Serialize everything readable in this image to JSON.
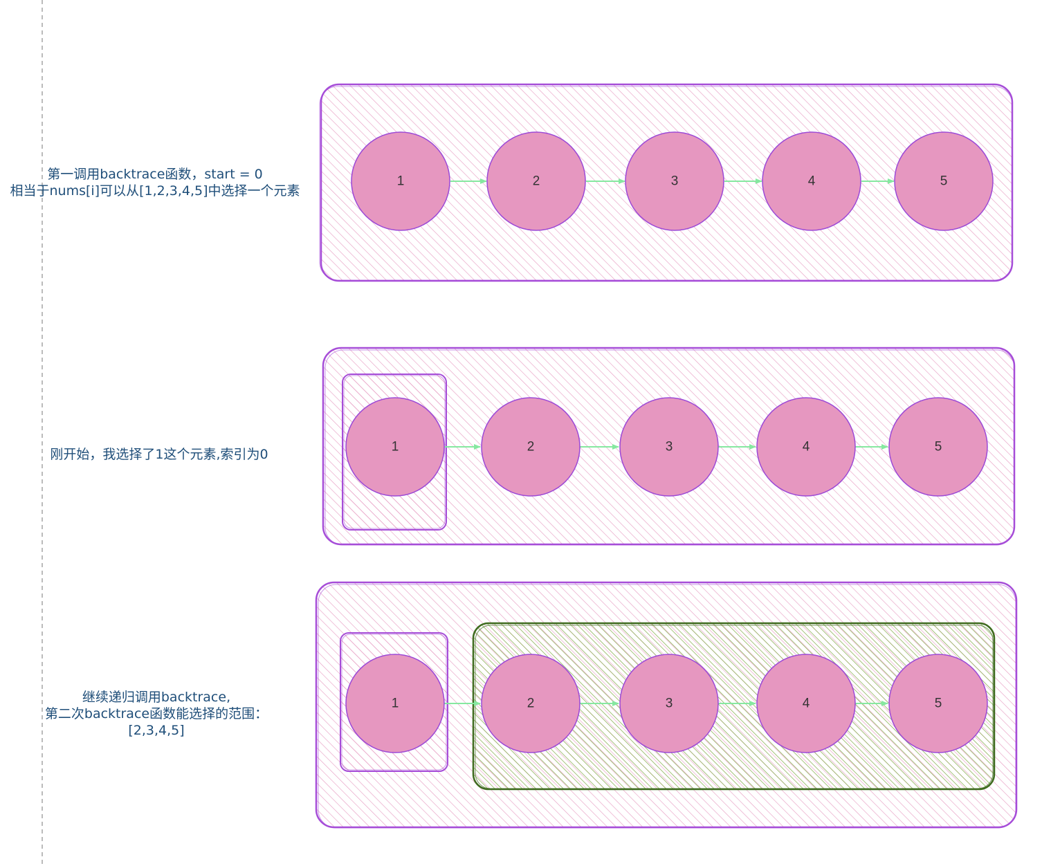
{
  "panels": [
    {
      "caption_lines": [
        "第一调用backtrace函数，start = 0",
        "相当于nums[i]可以从[1,2,3,4,5]中选择一个元素"
      ],
      "nodes": [
        "1",
        "2",
        "3",
        "4",
        "5"
      ]
    },
    {
      "caption_lines": [
        "刚开始，我选择了1这个元素,索引为0"
      ],
      "nodes": [
        "1",
        "2",
        "3",
        "4",
        "5"
      ]
    },
    {
      "caption_lines": [
        "继续递归调用backtrace,",
        "第二次backtrace函数能选择的范围：",
        "[2,3,4,5]"
      ],
      "nodes": [
        "1",
        "2",
        "3",
        "4",
        "5"
      ]
    }
  ],
  "colors": {
    "panel_hatch": "#e8a0c4",
    "panel_border": "#a64dd8",
    "node_fill": "#e697c0",
    "node_border": "#9c49d6",
    "arrow": "#86e8a0",
    "range_hatch": "#8fb35a",
    "range_border": "#3f6b1f",
    "caption_text": "#1f4e79",
    "guide_line": "#bbbbbb"
  }
}
